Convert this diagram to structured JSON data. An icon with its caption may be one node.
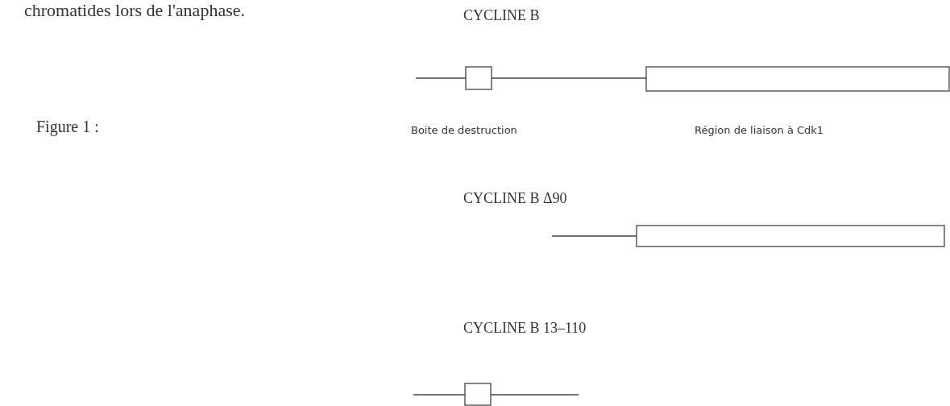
{
  "diagram": {
    "labels": [
      "chromatides lors de l'anaphase.",
      "CYCLINE B",
      "Figure 1 :",
      "Boite de destruction",
      "Région de liaison à Cdk1",
      "CYCLINE B Δ90",
      "CYCLINE B 13–110"
    ]
  }
}
